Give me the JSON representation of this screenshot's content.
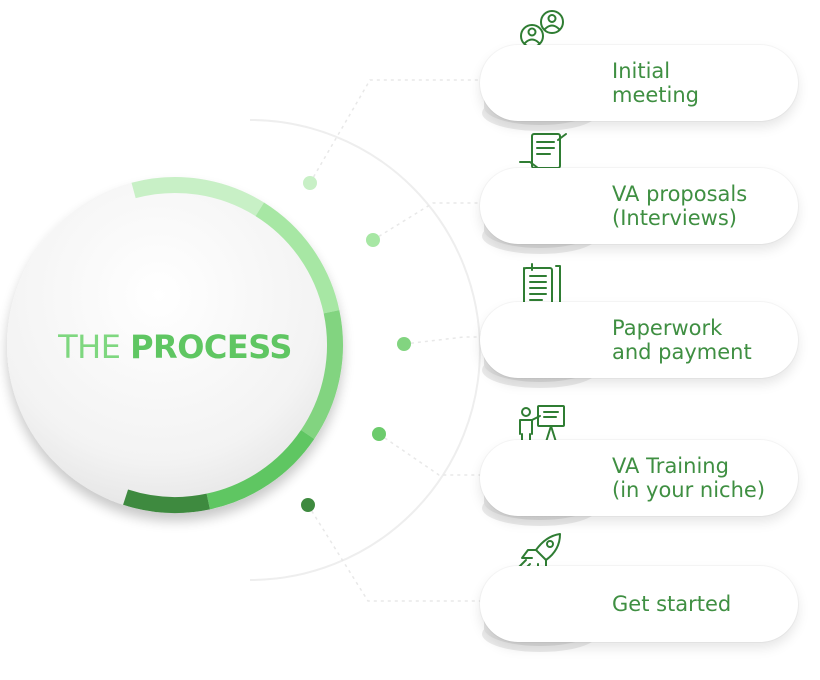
{
  "title": {
    "light": "THE",
    "bold": "PROCESS",
    "light_color": "#7ed77f",
    "bold_color": "#5fc662"
  },
  "colors": {
    "text_green": "#3f8f42",
    "green_lightest": "#c8f0c6",
    "green_light": "#a7e7a4",
    "green_mid": "#82d480",
    "green_main": "#5fc662",
    "green_dark": "#3e8a3f",
    "icon_green": "#2f7d33"
  },
  "steps": [
    {
      "label": "Initial\nmeeting",
      "icon": "people-meeting-icon",
      "disc_color": "#c8f0c6",
      "dot_color": "#c8f0c6"
    },
    {
      "label": "VA proposals\n(Interviews)",
      "icon": "document-handshake-icon",
      "disc_color": "#a7e7a4",
      "dot_color": "#a7e7a4"
    },
    {
      "label": "Paperwork\nand payment",
      "icon": "paperwork-icon",
      "disc_color": "#82d480",
      "dot_color": "#82d480"
    },
    {
      "label": "VA Training\n(in your niche)",
      "icon": "presentation-trainer-icon",
      "disc_color": "#6ccb6c",
      "dot_color": "#6ccb6c"
    },
    {
      "label": "Get started",
      "icon": "rocket-icon",
      "disc_color": "#3e8a3f",
      "dot_color": "#3e8a3f"
    }
  ]
}
